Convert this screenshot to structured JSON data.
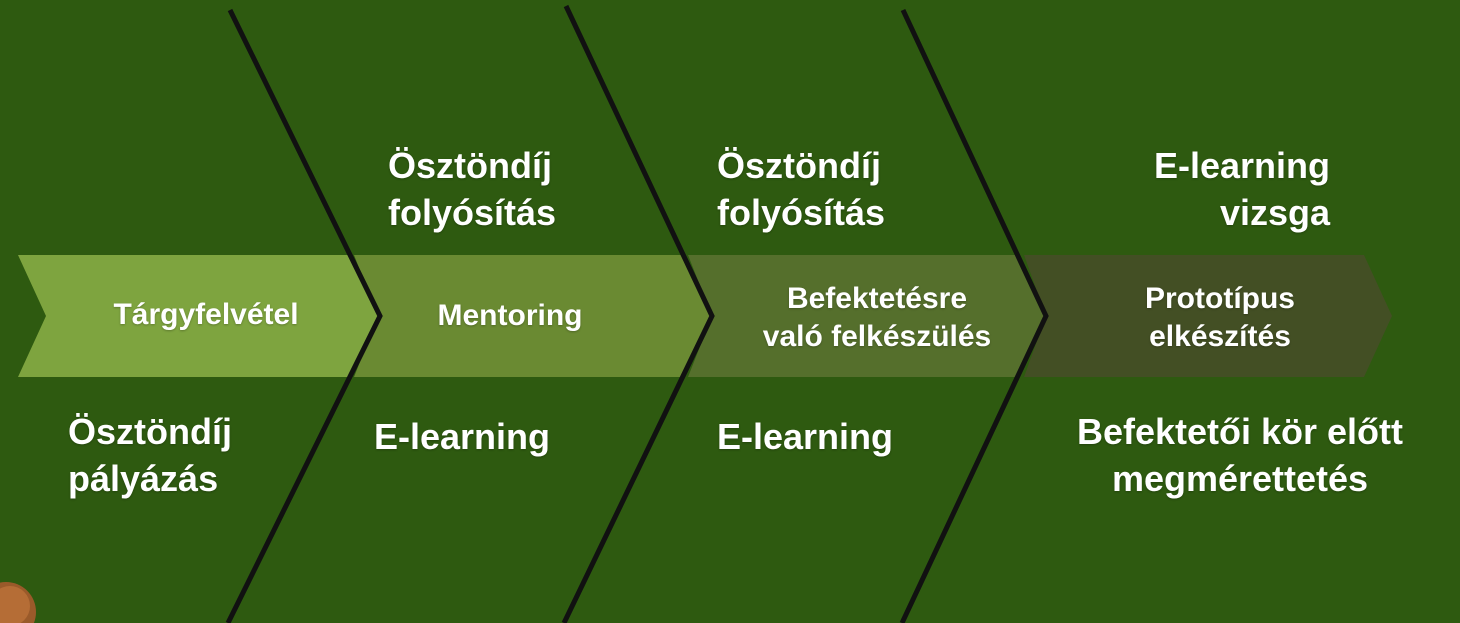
{
  "colors": {
    "background": "#2e5a10",
    "stage1": "#7ea43f",
    "stage2": "#6a8a32",
    "stage3": "#556f2c",
    "stage4": "#434f24",
    "divider": "#111111",
    "text": "#ffffff"
  },
  "stages": [
    {
      "label": "Tárgyfelvétel",
      "top": [
        "",
        ""
      ],
      "bottom": [
        "Ösztöndíj",
        "pályázás"
      ]
    },
    {
      "label": "Mentoring",
      "top": [
        "Ösztöndíj",
        "folyósítás"
      ],
      "bottom": [
        "E-learning",
        ""
      ]
    },
    {
      "label_lines": [
        "Befektetésre",
        "való felkészülés"
      ],
      "top": [
        "Ösztöndíj",
        "folyósítás"
      ],
      "bottom": [
        "E-learning",
        ""
      ]
    },
    {
      "label_lines": [
        "Prototípus",
        "elkészítés"
      ],
      "top": [
        "E-learning",
        "vizsga"
      ],
      "bottom": [
        "Befektetői kör előtt",
        "megmérettetés"
      ]
    }
  ]
}
